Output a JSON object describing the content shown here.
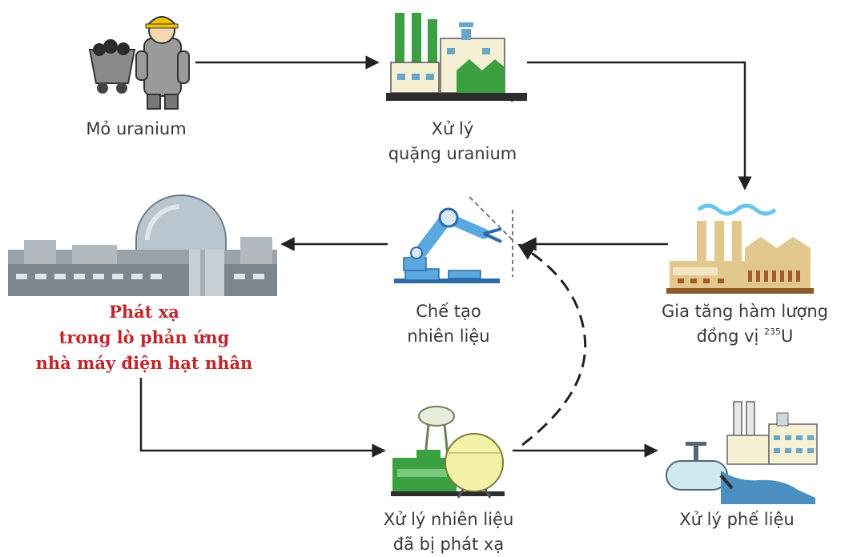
{
  "colors": {
    "arrow": "#222222",
    "highlight_text": "#c0272d",
    "text": "#3a3a3a"
  },
  "nodes": {
    "mining": {
      "icon": "miner-cart-icon",
      "label_lines": [
        "Mỏ uranium"
      ]
    },
    "ore_processing": {
      "icon": "ore-processing-factory-icon",
      "label_lines": [
        "Xử lý",
        "quặng uranium"
      ]
    },
    "enrichment": {
      "icon": "enrichment-plant-icon",
      "label_lines": [
        "Gia tăng hàm lượng",
        "đồng vị"
      ],
      "isotope_mass": "235",
      "isotope_symbol": "U"
    },
    "fuel_fabrication": {
      "icon": "robot-arm-icon",
      "label_lines": [
        "Chế tạo",
        "nhiên liệu"
      ]
    },
    "reactor": {
      "icon": "nuclear-power-plant-icon",
      "label_lines": [
        "Phát xạ",
        "trong lò phản ứng",
        "nhà máy điện hạt nhân"
      ]
    },
    "reprocessing": {
      "icon": "reprocessing-plant-icon",
      "label_lines": [
        "Xử lý nhiên liệu",
        "đã bị phát xạ"
      ]
    },
    "waste": {
      "icon": "waste-treatment-icon",
      "label_lines": [
        "Xử lý phế liệu"
      ]
    }
  },
  "flows": [
    {
      "from": "mining",
      "to": "ore_processing",
      "style": "solid"
    },
    {
      "from": "ore_processing",
      "to": "enrichment",
      "style": "solid"
    },
    {
      "from": "enrichment",
      "to": "fuel_fabrication",
      "style": "solid"
    },
    {
      "from": "fuel_fabrication",
      "to": "reactor",
      "style": "solid"
    },
    {
      "from": "reactor",
      "to": "reprocessing",
      "style": "solid"
    },
    {
      "from": "reprocessing",
      "to": "waste",
      "style": "solid"
    },
    {
      "from": "reprocessing",
      "to": "fuel_fabrication",
      "style": "dashed"
    }
  ]
}
